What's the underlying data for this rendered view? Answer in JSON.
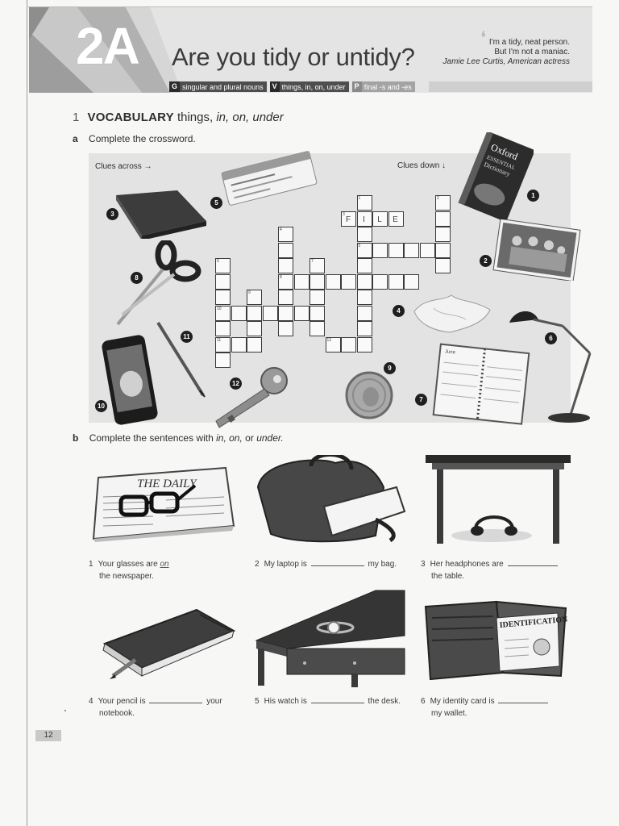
{
  "header": {
    "unit": "2A",
    "title": "Are you tidy or untidy?",
    "quote_line1": "I'm a tidy, neat person.",
    "quote_line2": "But I'm not a maniac.",
    "quote_author": "Jamie Lee Curtis, American actress",
    "tags": [
      {
        "letter": "G",
        "text": "singular and plural nouns"
      },
      {
        "letter": "V",
        "text": "things, in, on, under"
      },
      {
        "letter": "P",
        "text": "final -s and -es"
      }
    ]
  },
  "section1": {
    "number": "1",
    "title_bold": "VOCABULARY",
    "title_rest": "things,",
    "title_italic": "in, on, under",
    "part_a_letter": "a",
    "part_a": "Complete the crossword.",
    "clues_across": "Clues across →",
    "clues_down": "Clues down ↓",
    "part_b_letter": "b",
    "part_b_text": "Complete the sentences with",
    "part_b_words": "in, on,",
    "part_b_or": "or",
    "part_b_under": "under."
  },
  "crossword": {
    "filled_word": [
      "F",
      "I",
      "L",
      "E"
    ],
    "numbers": [
      "1",
      "2",
      "3",
      "4",
      "5",
      "6",
      "7",
      "8",
      "9",
      "10",
      "11",
      "12"
    ]
  },
  "sentences": [
    {
      "num": "1",
      "before": "Your glasses are",
      "answer": "on",
      "after": "",
      "line2": "the newspaper."
    },
    {
      "num": "2",
      "before": "My laptop is",
      "after": "my bag.",
      "line2": ""
    },
    {
      "num": "3",
      "before": "Her headphones are",
      "after": "",
      "line2": "the table."
    },
    {
      "num": "4",
      "before": "Your pencil is",
      "after": "your",
      "line2": "notebook."
    },
    {
      "num": "5",
      "before": "His watch is",
      "after": "the desk.",
      "line2": ""
    },
    {
      "num": "6",
      "before": "My identity card is",
      "after": "",
      "line2": "my wallet."
    }
  ],
  "illustration_text": {
    "newspaper": "THE DAILY",
    "dictionary_line1": "Oxford",
    "dictionary_line2": "ESSENTIAL",
    "dictionary_line3": "Dictionary",
    "id_card": "IDENTIFICATION",
    "diary_month": "June"
  },
  "page_number": "12"
}
